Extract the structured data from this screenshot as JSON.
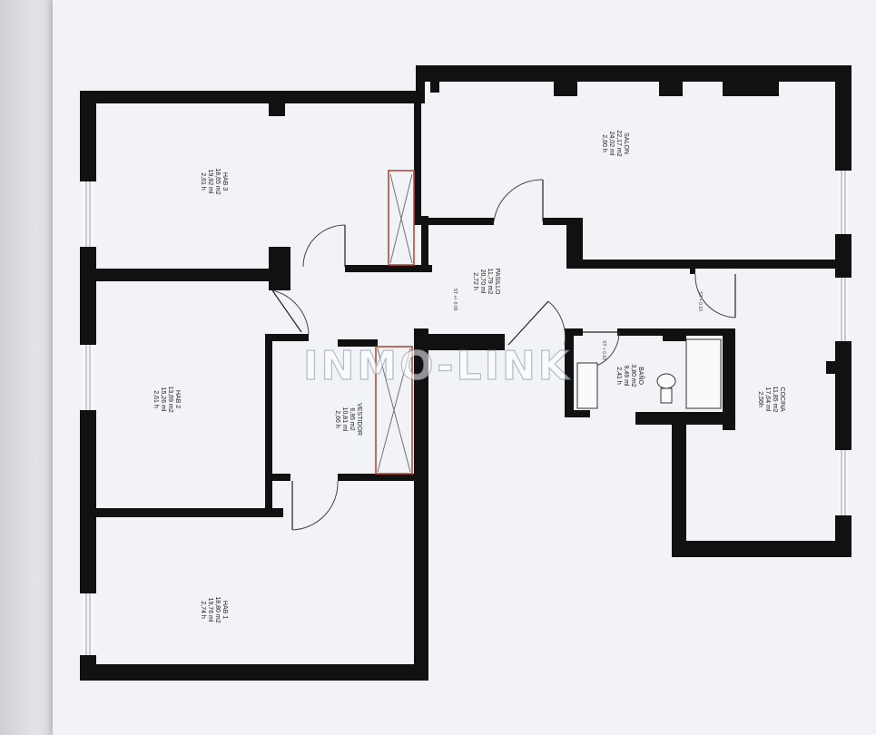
{
  "watermark": "INMO-LINK",
  "rooms": {
    "hab3": {
      "name": "HAB 3",
      "area": "18,65 m2",
      "perimeter": "19,92 ml",
      "height": "2,61 h"
    },
    "salon": {
      "name": "SALON",
      "area": "22,17 m2",
      "perimeter": "24,02 ml",
      "height": "2,60 h"
    },
    "pasillo": {
      "name": "PASILLO",
      "area": "11,79 m2",
      "perimeter": "20,70 ml",
      "height": "2,72 h"
    },
    "hab2": {
      "name": "HAB 2",
      "area": "13,69 m2",
      "perimeter": "15,26 ml",
      "height": "2,61 h"
    },
    "vestidor": {
      "name": "VESTIDOR",
      "area": "6,95 m2",
      "perimeter": "10,81 ml",
      "height": "2,66 h"
    },
    "bano": {
      "name": "BAÑO",
      "area": "3,80 m2",
      "perimeter": "9,49 ml",
      "height": "2,41 h"
    },
    "cocina": {
      "name": "COCINA",
      "area": "11,85 m2",
      "perimeter": "17,64 ml",
      "height": "2,56h"
    },
    "hab1": {
      "name": "HAB 1",
      "area": "18,80 m2",
      "perimeter": "19,76 ml",
      "height": "2,74 h"
    }
  },
  "level_marks": {
    "pasillo": "ST +/- 0.00",
    "cocina": "ST + 0.10",
    "bano": "ST + 0.10"
  },
  "colors": {
    "wall": "#111111",
    "paper": "#f2f3f6",
    "closet_line": "#b54a3a",
    "watermark_stroke": "#788ca0"
  }
}
